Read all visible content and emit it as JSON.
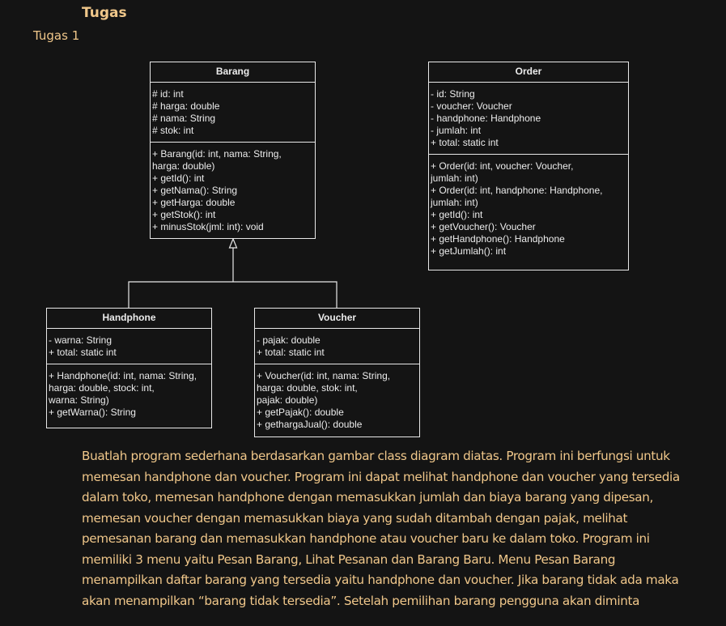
{
  "heading": "Tugas",
  "subheading": "Tugas 1",
  "diagram": {
    "barang": {
      "name": "Barang",
      "attributes": [
        "# id: int",
        "# harga: double",
        "# nama: String",
        "# stok: int"
      ],
      "methods": [
        "+ Barang(id: int, nama: String,",
        "harga: double)",
        "+ getId(): int",
        "+ getNama(): String",
        "+ getHarga: double",
        "+ getStok(): int",
        "+ minusStok(jml: int): void"
      ]
    },
    "order": {
      "name": "Order",
      "attributes": [
        "- id: String",
        "- voucher: Voucher",
        "- handphone: Handphone",
        "- jumlah: int",
        "+ total: static int"
      ],
      "methods": [
        "+ Order(id: int, voucher: Voucher,",
        "jumlah: int)",
        "+ Order(id: int, handphone: Handphone,",
        "jumlah: int)",
        "+ getId(): int",
        "+ getVoucher(): Voucher",
        "+ getHandphone(): Handphone",
        "+ getJumlah(): int"
      ]
    },
    "handphone": {
      "name": "Handphone",
      "attributes": [
        "- warna: String",
        "+ total: static int"
      ],
      "methods": [
        "+ Handphone(id: int, nama: String,",
        "harga: double, stock: int,",
        "warna: String)",
        "+ getWarna(): String"
      ]
    },
    "voucher": {
      "name": "Voucher",
      "attributes": [
        "- pajak: double",
        "+ total: static int"
      ],
      "methods": [
        "+ Voucher(id: int, nama: String,",
        "harga: double, stok: int,",
        "pajak: double)",
        "+ getPajak(): double",
        "+ gethargaJual(): double"
      ]
    }
  },
  "paragraph": [
    "Buatlah program sederhana berdasarkan gambar class diagram diatas. Program ini berfungsi untuk",
    "memesan handphone dan voucher. Program ini dapat melihat handphone dan voucher yang tersedia",
    "dalam toko, memesan handphone dengan memasukkan jumlah dan biaya barang yang dipesan,",
    "memesan voucher dengan memasukkan biaya yang sudah ditambah dengan pajak, melihat",
    "pemesanan barang dan memasukkan handphone atau voucher baru ke dalam toko. Program ini",
    "memiliki 3 menu yaitu Pesan Barang, Lihat Pesanan dan Barang Baru. Menu Pesan Barang",
    "menampilkan daftar barang yang tersedia yaitu handphone dan voucher. Jika barang tidak ada maka",
    "akan menampilkan “barang tidak tersedia”. Setelah pemilihan barang pengguna akan diminta"
  ]
}
